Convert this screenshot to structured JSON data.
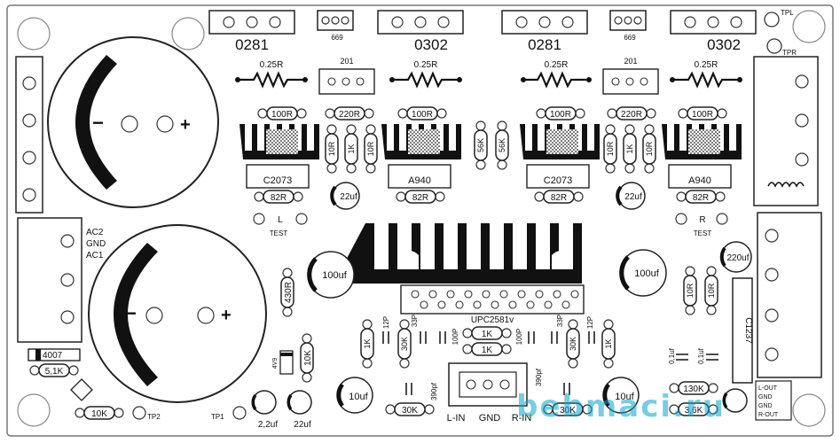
{
  "board": {
    "transistors_top": [
      "0281",
      "669",
      "0302",
      "0281",
      "669",
      "0302"
    ],
    "test_points": {
      "tpl": "TPL",
      "tpr": "TPR",
      "tp1": "TP1",
      "tp2": "TP2"
    },
    "resistors": {
      "r025_a": "0.25R",
      "r025_b": "0.25R",
      "r025_c": "0.25R",
      "r025_d": "0.25R",
      "r100_a": "100R",
      "r220_a": "220R",
      "r100_b": "100R",
      "r100_c": "100R",
      "r220_b": "220R",
      "r100_d": "100R",
      "r10_a": "10R",
      "r1k_a": "1K",
      "r10_b": "10R",
      "r56k_a": "56K",
      "r56k_b": "56K",
      "r10_c": "10R",
      "r1k_b": "1K",
      "r10_d": "10R",
      "r82_a": "82R",
      "r82_b": "82R",
      "r82_c": "82R",
      "r82_d": "82R",
      "r430": "430R",
      "r10k_a": "10K",
      "r51k": "5,1K",
      "r10k_b": "10K",
      "r1k_c": "1K",
      "r30k_a": "30K",
      "r30k_b": "30K",
      "r1k_d": "1K",
      "r1k_e": "1K",
      "r1k_f": "1K",
      "r30k_c": "30K",
      "r30k_d": "30K",
      "r10_e": "10R",
      "r10_f": "10R",
      "r130k": "130K",
      "r36k": "3,6K"
    },
    "pots": {
      "a": "201",
      "b": "201"
    },
    "heatsink_labels": {
      "a": "C2073",
      "b": "A940",
      "c": "C2073",
      "d": "A940"
    },
    "caps": {
      "c22_a": "22uf",
      "c22_b": "22uf",
      "c100_a": "100uf",
      "c100_b": "100uf",
      "c220": "220uf",
      "c10_a": "10uf",
      "c10_b": "10uf",
      "c22_small": "22uf",
      "c22u": "2,2uf",
      "c12p_a": "12P",
      "c33p_a": "33P",
      "c100p_a": "100P",
      "c100p_b": "100P",
      "c33p_b": "33P",
      "c12p_b": "12P",
      "c390_a": "390pf",
      "c390_b": "390pf",
      "c01_a": "0,1uf",
      "c01_b": "0,1uf"
    },
    "test": {
      "l": "L",
      "r": "R",
      "test_l": "TEST",
      "test_r": "TEST"
    },
    "ac": {
      "ac2": "AC2",
      "gnd": "GND",
      "ac1": "AC1"
    },
    "diode": "4007",
    "zener": "4V9",
    "ic": "UPC2581v",
    "ic2": "C1237",
    "input": {
      "l": "L-IN",
      "g": "GND",
      "r": "R-IN"
    },
    "output": {
      "lout": "L-OUT",
      "gnd": "GND",
      "gnd2": "GND",
      "rout": "R-OUT"
    },
    "polarity": {
      "minus": "−",
      "plus": "+"
    },
    "watermark": "bebmaci.ru"
  }
}
